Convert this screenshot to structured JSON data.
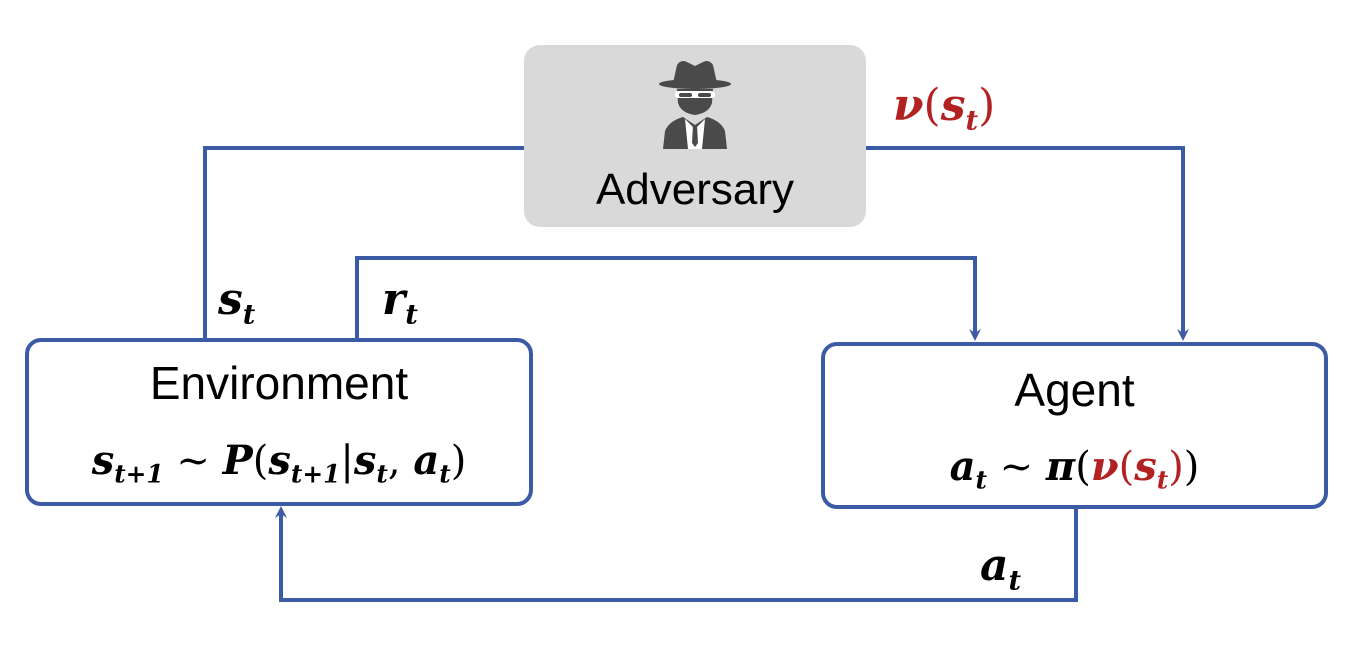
{
  "adversary": {
    "label": "Adversary",
    "icon": "spy-icon"
  },
  "environment": {
    "title": "Environment",
    "formula": {
      "lhs": "s",
      "lhs_sub": "t+1",
      "op": " ~ ",
      "func": "P",
      "open": "(",
      "arg": "s",
      "arg_sub": "t+1",
      "bar": "|",
      "c1": "s",
      "c1_sub": "t",
      "comma": ", ",
      "c2": "a",
      "c2_sub": "t",
      "close": ")"
    }
  },
  "agent": {
    "title": "Agent",
    "formula": {
      "lhs": "a",
      "lhs_sub": "t",
      "op": " ~ ",
      "func": "π",
      "open": "(",
      "nu": "ν",
      "nu_open": "(",
      "nu_arg": "s",
      "nu_arg_sub": "t",
      "nu_close": ")",
      "close": ")"
    }
  },
  "labels": {
    "state": {
      "main": "s",
      "sub": "t"
    },
    "reward": {
      "main": "r",
      "sub": "t"
    },
    "perturbed": {
      "nu": "ν",
      "open": "(",
      "arg": "s",
      "sub": "t",
      "close": ")"
    },
    "action": {
      "main": "a",
      "sub": "t"
    }
  },
  "colors": {
    "wire": "#3B5BA5",
    "perturbation": "#B22222",
    "adversary_bg": "#D9D9D9"
  }
}
